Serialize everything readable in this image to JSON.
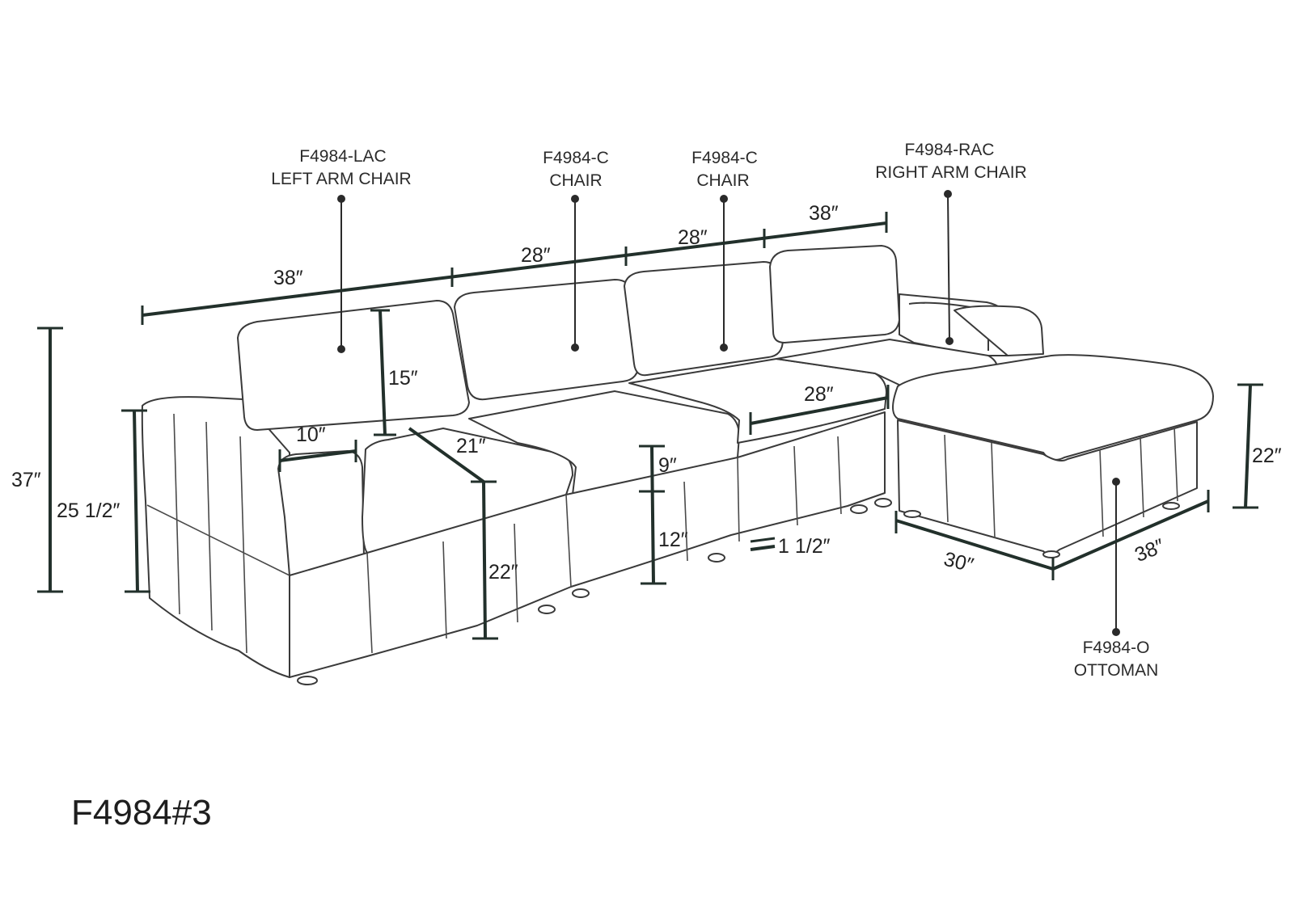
{
  "labels": {
    "lac_code": "F4984-LAC",
    "lac_name": "LEFT ARM CHAIR",
    "c1_code": "F4984-C",
    "c1_name": "CHAIR",
    "c2_code": "F4984-C",
    "c2_name": "CHAIR",
    "rac_code": "F4984-RAC",
    "rac_name": "RIGHT ARM CHAIR",
    "ottoman_code": "F4984-O",
    "ottoman_name": "OTTOMAN"
  },
  "dimensions": {
    "lac_width": "38″",
    "c1_width": "28″",
    "c2_width": "28″",
    "rac_width": "38″",
    "overall_height": "37″",
    "arm_height": "25 1/2″",
    "back_height": "15″",
    "arm_width": "10″",
    "seat_depth": "21″",
    "seat_height": "22″",
    "cushion_height": "9″",
    "base_height": "12″",
    "leg_height": "1 1/2″",
    "seat_width": "28″",
    "ottoman_height": "22″",
    "ottoman_depth": "30″",
    "ottoman_width": "38″"
  },
  "model_number": "F4984#3"
}
